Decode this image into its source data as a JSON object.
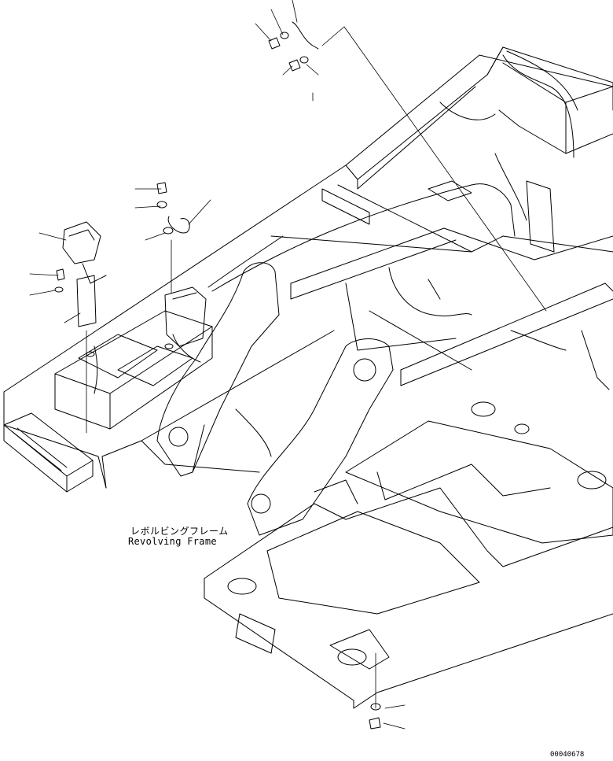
{
  "labels": {
    "japanese": "レボルビングフレーム",
    "english": "Revolving Frame"
  },
  "drawing_code": "00040678"
}
